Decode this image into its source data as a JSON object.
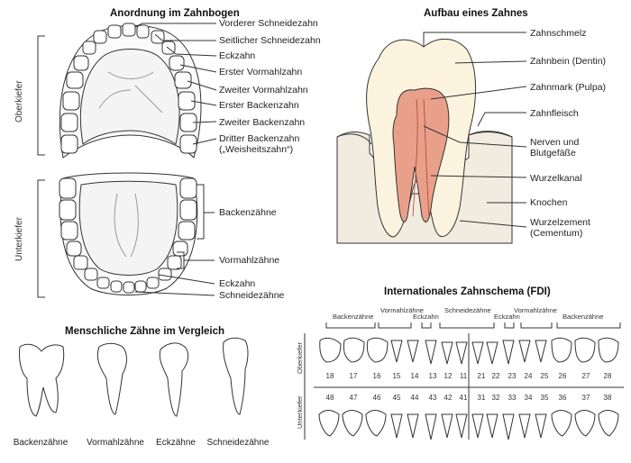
{
  "arch": {
    "title": "Anordnung im Zahnbogen",
    "upper_jaw": "Oberkiefer",
    "lower_jaw": "Unterkiefer",
    "upper_labels": [
      "Vorderer Schneidezahn",
      "Seitlicher Schneidezahn",
      "Eckzahn",
      "Erster Vormahlzahn",
      "Zweiter Vormahlzahn",
      "Erster Backenzahn",
      "Zweiter Backenzahn",
      "Dritter Backenzahn"
    ],
    "upper_label_8b": "(„Weisheitszahn“)",
    "lower_labels": [
      "Backenzähne",
      "Vormahlzähne",
      "Eckzahn",
      "Schneidezähne"
    ]
  },
  "structure": {
    "title": "Aufbau eines Zahnes",
    "labels": [
      "Zahnschmelz",
      "Zahnbein (Dentin)",
      "Zahnmark (Pulpa)",
      "Zahnfleisch",
      "Nerven und",
      "Blutgefäße",
      "Wurzelkanal",
      "Knochen",
      "Wurzelzement",
      "(Cementum)"
    ]
  },
  "compare": {
    "title": "Menschliche Zähne im Vergleich",
    "labels": [
      "Backenzähne",
      "Vormahlzähne",
      "Eckzähne",
      "Schneidezähne"
    ]
  },
  "fdi": {
    "title": "Internationales Zahnschema (FDI)",
    "upper": "Oberkiefer",
    "lower": "Unterkiefer",
    "groups": [
      "Backenzähne",
      "Vormahlzähne",
      "Eckzahn",
      "Schneidezähne",
      "Eckzahn",
      "Vormahlzähne",
      "Backenzähne"
    ],
    "upper_numbers": [
      "18",
      "17",
      "16",
      "15",
      "14",
      "13",
      "12",
      "11",
      "21",
      "22",
      "23",
      "24",
      "25",
      "26",
      "27",
      "28"
    ],
    "lower_numbers": [
      "48",
      "47",
      "46",
      "45",
      "44",
      "43",
      "42",
      "41",
      "31",
      "32",
      "33",
      "34",
      "35",
      "36",
      "37",
      "38"
    ]
  },
  "colors": {
    "enamel": "#fcf3df",
    "pulp": "#e9a08a",
    "gum": "#f2ece0",
    "line": "#333333"
  }
}
